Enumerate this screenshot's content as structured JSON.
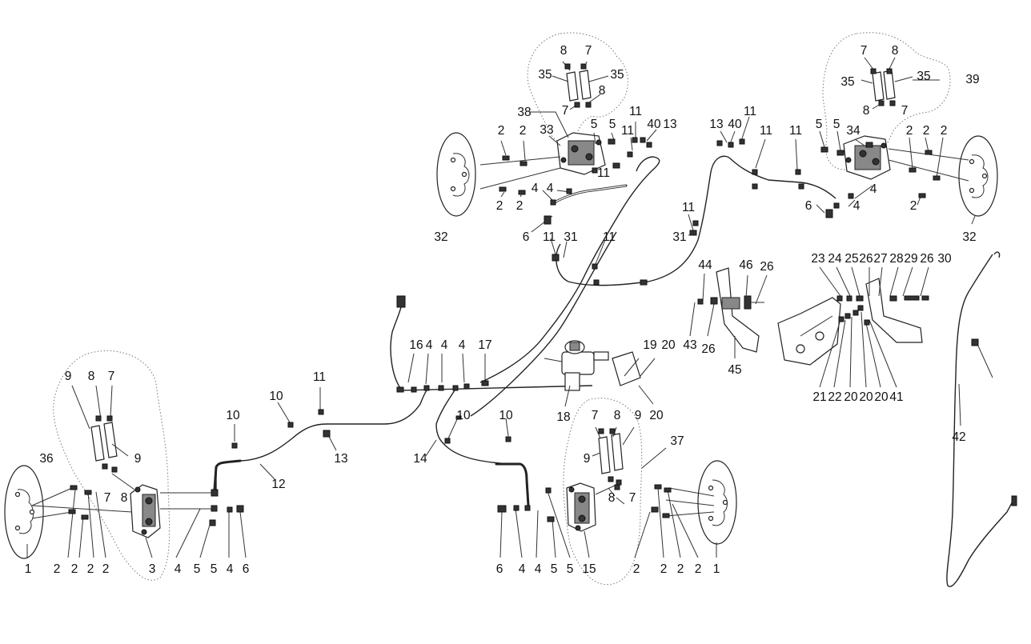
{
  "diagram": {
    "callouts": [
      "1",
      "2",
      "2",
      "2",
      "2",
      "3",
      "4",
      "5",
      "5",
      "4",
      "6",
      "36",
      "9",
      "8",
      "7",
      "9",
      "8",
      "7",
      "10",
      "12",
      "10",
      "11",
      "13",
      "16",
      "4",
      "4",
      "4",
      "17",
      "10",
      "14",
      "10",
      "18",
      "19",
      "20",
      "20",
      "37",
      "7",
      "8",
      "9",
      "9",
      "8",
      "7",
      "6",
      "4",
      "4",
      "5",
      "5",
      "15",
      "2",
      "2",
      "2",
      "2",
      "1",
      "38",
      "8",
      "7",
      "35",
      "35",
      "8",
      "7",
      "33",
      "5",
      "5",
      "11",
      "40",
      "13",
      "11",
      "11",
      "2",
      "2",
      "2",
      "2",
      "4",
      "4",
      "6",
      "11",
      "31",
      "11",
      "32",
      "13",
      "40",
      "11",
      "11",
      "11",
      "11",
      "31",
      "39",
      "7",
      "8",
      "35",
      "35",
      "8",
      "7",
      "5",
      "5",
      "34",
      "2",
      "2",
      "2",
      "4",
      "6",
      "4",
      "2",
      "32",
      "44",
      "46",
      "26",
      "43",
      "26",
      "45",
      "23",
      "24",
      "25",
      "26",
      "27",
      "28",
      "29",
      "26",
      "30",
      "21",
      "22",
      "20",
      "20",
      "20",
      "41",
      "42"
    ]
  }
}
